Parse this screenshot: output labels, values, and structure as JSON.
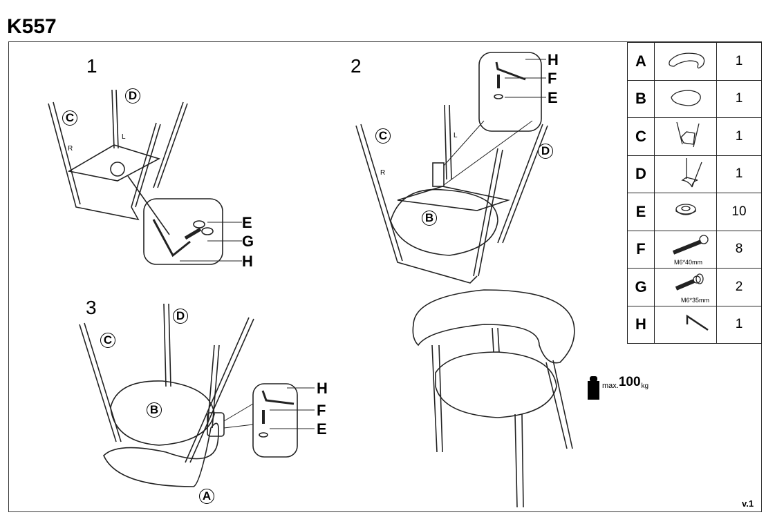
{
  "title": "K557",
  "steps": [
    "1",
    "2",
    "3"
  ],
  "step1": {
    "labels": [
      "D",
      "C",
      "E",
      "G",
      "H"
    ],
    "side_marks": [
      "R",
      "L"
    ]
  },
  "step2": {
    "labels": [
      "H",
      "F",
      "E",
      "C",
      "D",
      "B"
    ],
    "side_marks": [
      "R",
      "L"
    ]
  },
  "step3": {
    "labels": [
      "D",
      "C",
      "B",
      "A",
      "H",
      "F",
      "E"
    ]
  },
  "parts": [
    {
      "letter": "A",
      "icon": "armrest-backrest-icon",
      "qty": "1"
    },
    {
      "letter": "B",
      "icon": "seat-cushion-icon",
      "qty": "1"
    },
    {
      "letter": "C",
      "icon": "right-leg-frame-icon",
      "qty": "1"
    },
    {
      "letter": "D",
      "icon": "left-leg-frame-icon",
      "qty": "1"
    },
    {
      "letter": "E",
      "icon": "washer-icon",
      "qty": "10"
    },
    {
      "letter": "F",
      "icon": "bolt-icon",
      "spec": "M6*40mm",
      "qty": "8"
    },
    {
      "letter": "G",
      "icon": "bolt-washer-icon",
      "spec": "M6*35mm",
      "qty": "2"
    },
    {
      "letter": "H",
      "icon": "allen-key-icon",
      "qty": "1"
    }
  ],
  "max_load": {
    "prefix": "max.",
    "value": "100",
    "unit": "kg"
  },
  "version": "v.1"
}
